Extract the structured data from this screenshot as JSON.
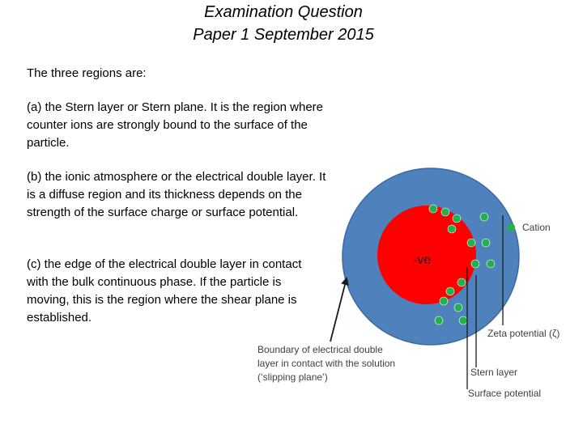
{
  "header": {
    "title_line1": "Examination Question",
    "title_line2": "Paper 1 September 2015"
  },
  "content": {
    "intro": "The three regions are:",
    "paragraph_a": "(a) the Stern layer or Stern plane. It is the region where counter ions are strongly bound to the surface of the particle.",
    "paragraph_b": "(b)  the ionic atmosphere or the electrical double layer. It is a diffuse region and its thickness depends on the strength of the surface charge or surface potential.",
    "paragraph_c": "(c) the edge of the electrical double layer in contact with the bulk continuous phase. If the particle is moving, this is the region where the shear plane is established."
  },
  "diagram": {
    "particle_label": "-ve",
    "legend_label": "Cation",
    "boundary_label_line1": "Boundary of electrical  double",
    "boundary_label_line2": "layer in contact with the solution",
    "boundary_label_line3": "(‘slipping plane’)",
    "zeta_label": "Zeta potential (ζ)",
    "stern_label": "Stern layer",
    "surface_label": "Surface potential",
    "colors": {
      "outer_layer": "#4f81bd",
      "particle": "#ff0000",
      "cation": "#22b14c",
      "label_text": "#404040"
    }
  }
}
